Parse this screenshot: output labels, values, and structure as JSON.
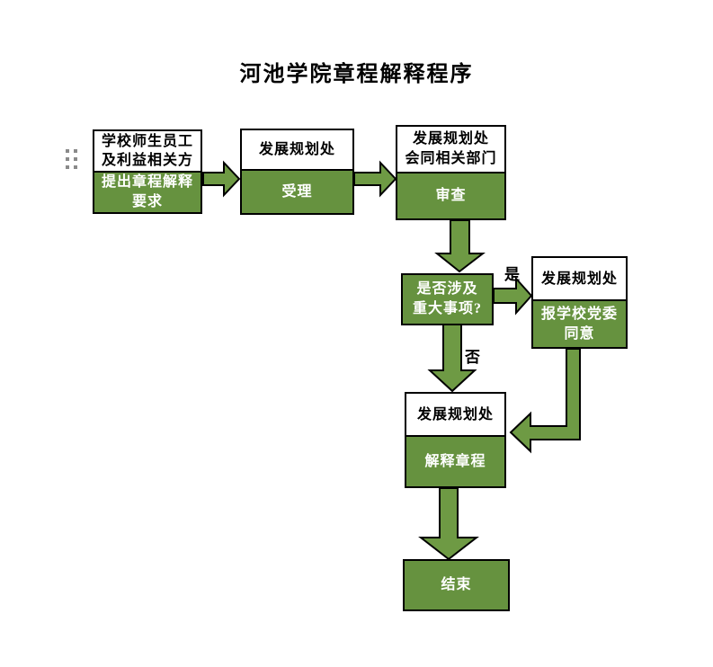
{
  "title": "河池学院章程解释程序",
  "colors": {
    "box_green": "#66923f",
    "arrow_green": "#6e9a44",
    "outline": "#000000",
    "header_bg": "#ffffff",
    "header_text": "#000000",
    "body_text": "#ffffff",
    "handle_dots": "#8a8a8a",
    "page_bg": "#ffffff"
  },
  "nodes": {
    "stakeholder": {
      "header": [
        "学校师生员工",
        "及利益相关方"
      ],
      "body": [
        "提出章程解释",
        "要求"
      ]
    },
    "accept": {
      "header": [
        "发展规划处"
      ],
      "body": [
        "受理"
      ]
    },
    "review": {
      "header": [
        "发展规划处",
        "会同相关部门"
      ],
      "body": [
        "审查"
      ]
    },
    "decision": {
      "body": [
        "是否涉及",
        "重大事项?"
      ]
    },
    "party_approval": {
      "header": [
        "发展规划处"
      ],
      "body": [
        "报学校党委",
        "同意"
      ]
    },
    "interpret": {
      "header": [
        "发展规划处"
      ],
      "body": [
        "解释章程"
      ]
    },
    "end": {
      "body": [
        "结束"
      ]
    }
  },
  "edge_labels": {
    "yes": "是",
    "no": "否"
  },
  "icons": {
    "drag_handle": "drag-handle-dots"
  }
}
